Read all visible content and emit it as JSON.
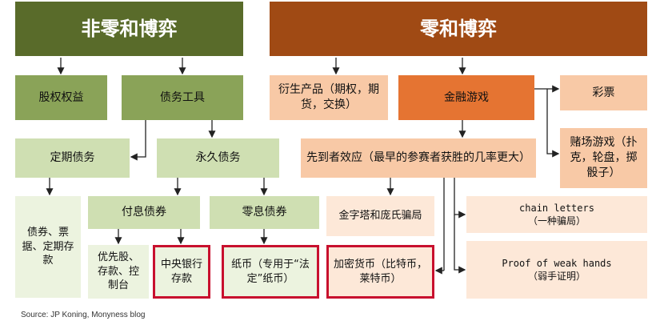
{
  "headers": {
    "non_zero_sum": "非零和博弈",
    "zero_sum": "零和博弈"
  },
  "left": {
    "equity": "股权权益",
    "debt_instruments": "债务工具",
    "term_debt": "定期债务",
    "perpetual_debt": "永久债务",
    "bonds_notes_deposits": "债券、票据、定期存款",
    "interest_bearing_bonds": "付息债券",
    "zero_interest_bonds": "零息债券",
    "preferred_deposits_console": "优先股、存款、控制台",
    "central_bank_deposits": "中央银行存款",
    "fiat_paper_money": "纸币（专用于“法定”纸币）"
  },
  "right": {
    "derivatives": "衍生产品（期权，期货，交换）",
    "financial_games": "金融游戏",
    "lottery": "彩票",
    "casino_games": "赌场游戏（扑克，轮盘，掷骰子）",
    "first_mover_effect": "先到者效应（最早的参赛者获胜的几率更大）",
    "pyramid_ponzi": "金字塔和庞氏骗局",
    "crypto": "加密货币（比特币，莱特币）",
    "chain_letters": "chain letters",
    "chain_letters_note": "（一种骗局）",
    "proof_of_weak_hands": "Proof of weak hands",
    "proof_of_weak_hands_note": "（弱手证明）"
  },
  "source": "Source: JP Koning, Monyness blog",
  "colors": {
    "header_green": "#596b2a",
    "header_orange": "#a04a14",
    "highlight_border": "#c8102e"
  }
}
